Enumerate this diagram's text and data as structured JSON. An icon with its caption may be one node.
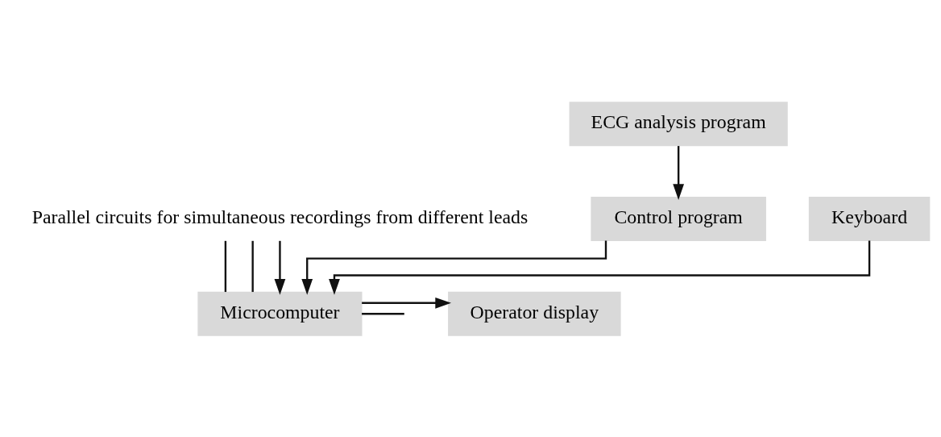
{
  "diagram": {
    "nodes": [
      {
        "text": [
          "Parallel circuits for simultaneous recordings from different leads"
        ]
      },
      {
        "text": [
          "Microcomputer"
        ]
      },
      {
        "text": [
          "Operator display"
        ]
      },
      {
        "text": [
          "Control program"
        ]
      },
      {
        "text": [
          "Keyboard"
        ]
      },
      {
        "text": [
          "ECG analysis program"
        ]
      }
    ],
    "edges": [
      {
        "from": 0,
        "to": 1,
        "arrow": "none"
      },
      {
        "from": 0,
        "to": 1,
        "arrow": "none"
      },
      {
        "from": 0,
        "to": 1,
        "arrow": "to"
      },
      {
        "from": 1,
        "to": null,
        "arrow": "none"
      },
      {
        "from": 1,
        "to": 2,
        "arrow": "to"
      },
      {
        "from": 4,
        "to": 1,
        "arrow": "to"
      },
      {
        "from": 3,
        "to": 1,
        "arrow": "to"
      },
      {
        "from": 5,
        "to": 3,
        "arrow": "to"
      }
    ]
  }
}
